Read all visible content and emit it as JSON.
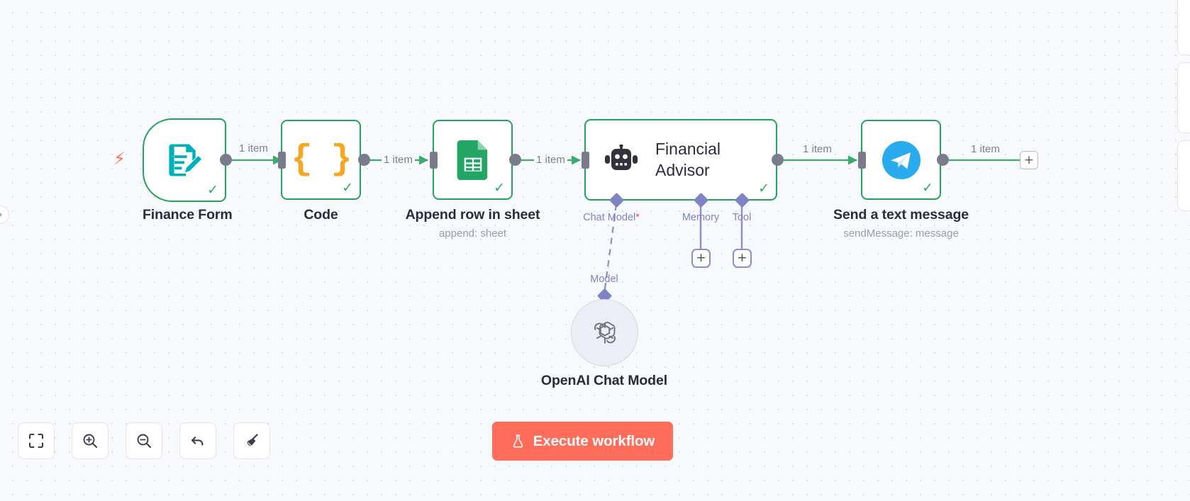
{
  "app": {
    "canvas_bg": "#f8f9fc",
    "node_border_color": "#22a45d",
    "accent_color": "#ff6d5a",
    "sub_connector_color": "#7e84c4"
  },
  "nodes": [
    {
      "id": "finance-form",
      "title": "Finance Form",
      "subtitle": "",
      "icon": "form-edit-icon",
      "type": "trigger",
      "status": "success"
    },
    {
      "id": "code",
      "title": "Code",
      "subtitle": "",
      "icon": "curly-braces-icon",
      "type": "action",
      "status": "success"
    },
    {
      "id": "append-row-in-sheet",
      "title": "Append row in sheet",
      "subtitle": "append: sheet",
      "icon": "google-sheets-icon",
      "type": "action",
      "status": "success"
    },
    {
      "id": "financial-advisor",
      "title": "Financial Advisor",
      "subtitle": "",
      "icon": "robot-icon",
      "type": "agent",
      "status": "success"
    },
    {
      "id": "send-a-text-message",
      "title": "Send a text message",
      "subtitle": "sendMessage: message",
      "icon": "telegram-icon",
      "type": "action",
      "status": "success"
    },
    {
      "id": "openai-chat-model",
      "title": "OpenAI Chat Model",
      "subtitle": "",
      "icon": "openai-icon",
      "type": "sub-node",
      "status": "none"
    }
  ],
  "edges": [
    {
      "from": "finance-form",
      "to": "code",
      "label": "1 item"
    },
    {
      "from": "code",
      "to": "append-row-in-sheet",
      "label": "1 item"
    },
    {
      "from": "append-row-in-sheet",
      "to": "financial-advisor",
      "label": "1 item"
    },
    {
      "from": "financial-advisor",
      "to": "send-a-text-message",
      "label": "1 item"
    },
    {
      "from": "send-a-text-message",
      "to": "add-node",
      "label": "1 item"
    }
  ],
  "agent_connectors": [
    {
      "id": "chat-model",
      "label": "Chat Model",
      "required": true,
      "required_marker": "*",
      "has_plus": false
    },
    {
      "id": "memory",
      "label": "Memory",
      "required": false,
      "required_marker": "",
      "has_plus": true
    },
    {
      "id": "tool",
      "label": "Tool",
      "required": false,
      "required_marker": "",
      "has_plus": true
    }
  ],
  "sub_connection": {
    "label": "Model"
  },
  "toolbar": {
    "buttons": [
      {
        "id": "fit-to-view",
        "icon": "fit-to-view-icon"
      },
      {
        "id": "zoom-in",
        "icon": "zoom-in-icon"
      },
      {
        "id": "zoom-out",
        "icon": "zoom-out-icon"
      },
      {
        "id": "reset-zoom",
        "icon": "undo-arrow-icon"
      },
      {
        "id": "tidy-up",
        "icon": "broom-icon"
      }
    ]
  },
  "execute": {
    "label": "Execute workflow",
    "icon": "flask-icon"
  },
  "plus_labels": {
    "add": "+"
  },
  "status_glyphs": {
    "check": "✓"
  },
  "trigger_indicator": {
    "icon": "lightning-bolt-icon"
  }
}
